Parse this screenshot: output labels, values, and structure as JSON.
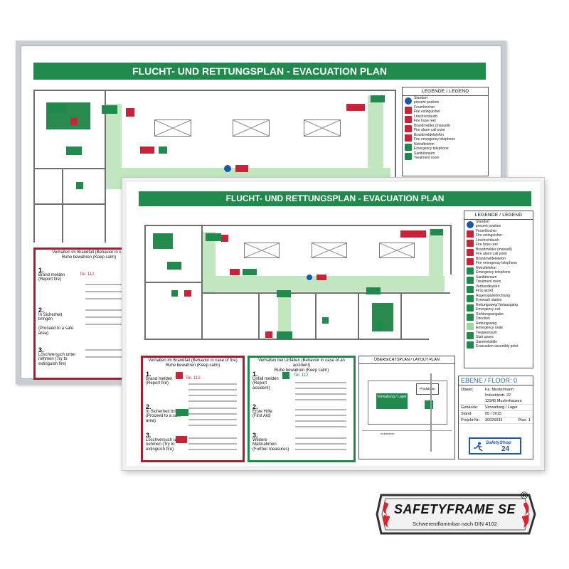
{
  "back_plan": {
    "title": "FLUCHT- UND RETTUNGSPLAN - EVACUATION PLAN",
    "legend_title": "LEGENDE / LEGEND",
    "legend_items": [
      {
        "de": "Standort",
        "en": "present position",
        "icon": "standort-icon"
      },
      {
        "de": "Feuerlöscher",
        "en": "Fire extinguisher",
        "icon": "fire-extinguisher-icon"
      },
      {
        "de": "Löschschlauch",
        "en": "Fire hose reel",
        "icon": "fire-hose-icon"
      },
      {
        "de": "Brandmelder (manuell)",
        "en": "Fire alarm call point",
        "icon": "fire-alarm-icon"
      },
      {
        "de": "Brandmeldetelefon",
        "en": "Fire emergency telephone",
        "icon": "fire-telephone-icon"
      },
      {
        "de": "Notruftelefon",
        "en": "Emergency telephone",
        "icon": "emergency-telephone-icon"
      },
      {
        "de": "Sanitätsraum",
        "en": "Treatment room",
        "icon": "treatment-room-icon"
      }
    ],
    "fire_box": {
      "head1": "Verhalten im Brandfall (Behavior in cas",
      "head2": "Ruhe bewahren (Keep calm)",
      "steps": [
        {
          "num": "1.",
          "text": "Brand melden",
          "sub": "(Report fire)",
          "phone": "Tel. 112"
        },
        {
          "num": "2.",
          "text": "In Sicherheit bringen",
          "sub": "(Proceed to a safe area)"
        },
        {
          "num": "3.",
          "text": "Löschversuch unter nehmen (Try to extinguish fire)"
        }
      ]
    }
  },
  "front_plan": {
    "title": "FLUCHT- UND RETTUNGSPLAN - EVACUATION PLAN",
    "legend_title": "LEGENDE / LEGEND",
    "legend_items": [
      {
        "de": "Standort",
        "en": "present position",
        "icon": "standort-icon",
        "color": "blue"
      },
      {
        "de": "Feuerlöscher",
        "en": "Fire extinguisher",
        "icon": "fire-extinguisher-icon",
        "color": "red"
      },
      {
        "de": "Löschschlauch",
        "en": "Fire hose reel",
        "icon": "fire-hose-icon",
        "color": "red"
      },
      {
        "de": "Brandmelder (manuell)",
        "en": "Fire alarm call point",
        "icon": "fire-alarm-icon",
        "color": "red"
      },
      {
        "de": "Brandmeldetelefon",
        "en": "Fire emergency telephone",
        "icon": "fire-telephone-icon",
        "color": "red"
      },
      {
        "de": "Notruftelefon",
        "en": "Emergency telephone",
        "icon": "emergency-telephone-icon",
        "color": "green"
      },
      {
        "de": "Sanitätsraum",
        "en": "Treatment room",
        "icon": "treatment-room-icon",
        "color": "green"
      },
      {
        "de": "Verbandkasten",
        "en": "First aid kit",
        "icon": "first-aid-kit-icon",
        "color": "green"
      },
      {
        "de": "Augenspüleinrichtung",
        "en": "Eyewash station",
        "icon": "eyewash-icon",
        "color": "green"
      },
      {
        "de": "Rettungsweg/ Notausgang",
        "en": "Emergency exit",
        "icon": "emergency-exit-icon",
        "color": "green"
      },
      {
        "de": "Richtungsangabe",
        "en": "Direction",
        "icon": "direction-arrow-icon",
        "color": "green"
      },
      {
        "de": "Rettungsweg",
        "en": "Emergency route",
        "icon": "emergency-route-icon",
        "color": "lgreen"
      },
      {
        "de": "Treppenraum",
        "en": "Stair space",
        "icon": "stair-space-icon",
        "color": "green"
      },
      {
        "de": "Sammelstelle",
        "en": "Evacuation assembly point",
        "icon": "assembly-point-icon",
        "color": "green"
      }
    ],
    "fire_box": {
      "head1": "Verhalten im Brandfall (Behavior in case of fire)",
      "head2": "Ruhe bewahren (Keep calm)",
      "steps": [
        {
          "num": "1.",
          "text": "Brand melden",
          "sub": "(Report fire)",
          "phone": "Tel. 112"
        },
        {
          "num": "2.",
          "text": "In Sicherheit bringen",
          "sub": "(Proceed to a safe area)"
        },
        {
          "num": "3.",
          "text": "Löschversuch unter nehmen (Try to extinguish fire)"
        }
      ]
    },
    "accident_box": {
      "head1": "Verhalten bei Unfällen (Behavior in case of an accident)",
      "head2": "Ruhe bewahren (Keep calm)",
      "steps": [
        {
          "num": "1.",
          "text": "Unfall melden",
          "sub": "(Report accident)",
          "phone": "Tel. 112"
        },
        {
          "num": "2.",
          "text": "Erste Hilfe",
          "sub": "(First Aid)"
        },
        {
          "num": "3.",
          "text": "Weitere Maßnahmen",
          "sub": "(Further measures)"
        }
      ]
    },
    "overview": {
      "title": "ÜBERSICHTSPLAN / LAYOUT PLAN",
      "building": "Verwaltung / Lager",
      "annex": "Produktion",
      "street": "Industriestr."
    },
    "floor_info": {
      "floor": "EBENE / FLOOR: 0",
      "object_label": "Objekt:",
      "object_lines": [
        "Fa. Mustermann",
        "Industriestr. 22",
        "12345 Musterhausen"
      ],
      "building_label": "Gebäude:",
      "building_value": "Verwaltung / Lager",
      "date_label": "Stand:",
      "date_value": "05 / 2015",
      "project_label": "Projekt-Nr.:",
      "project_value": "30026033",
      "plan_label": "Plan:",
      "plan_value": "1",
      "shop_brand": "SafetyShop",
      "shop_suffix": "24"
    }
  },
  "brand": {
    "name": "SAFETYFRAME SE",
    "registered": "®",
    "tagline": "Schwerentflammbar nach DIN 4102"
  },
  "colors": {
    "plan_green": "#1f8a4c",
    "fire_red": "#a51d33",
    "route_green": "#c2e6c0"
  }
}
